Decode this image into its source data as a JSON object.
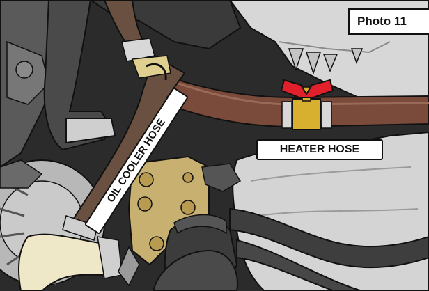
{
  "photo_label": "Photo 11",
  "callouts": {
    "heater_hose": "HEATER HOSE",
    "oil_cooler_hose": "OIL COOLER HOSE"
  },
  "colors": {
    "heater_hose": "#7a4a3a",
    "oil_cooler_hose": "#6a5040",
    "valve_handle": "#e0202a",
    "valve_body": "#d8b030",
    "oil_cooler_plate": "#c8b070",
    "clamp_metal": "#d8d8d8"
  }
}
